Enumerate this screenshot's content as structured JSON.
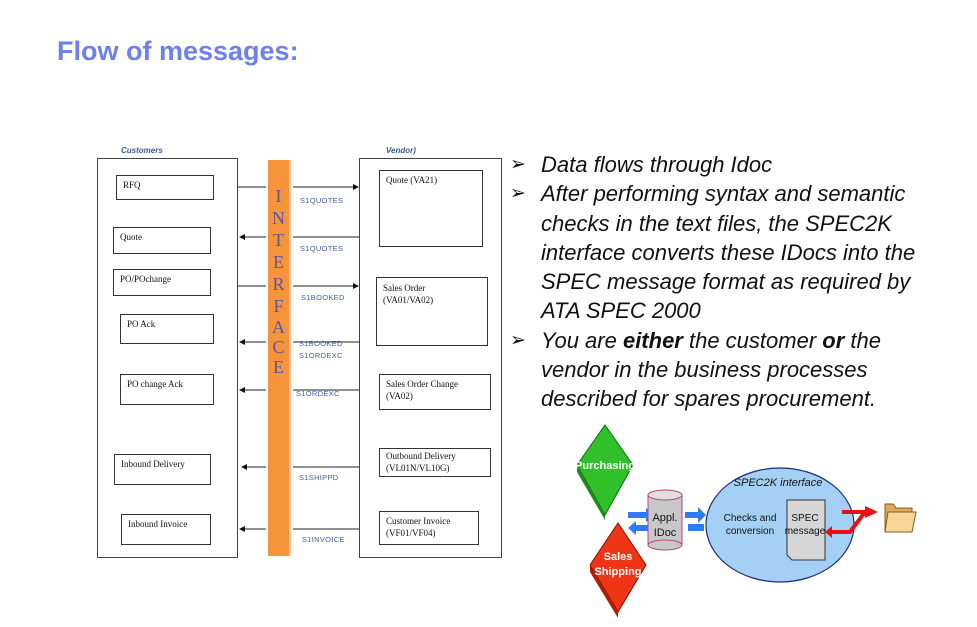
{
  "title": "Flow of messages:",
  "diagram": {
    "customers_label": "Customers",
    "vendor_label": "Vendor)",
    "interface_letters": [
      "I",
      "N",
      "T",
      "E",
      "R",
      "F",
      "A",
      "C",
      "E"
    ],
    "customer_boxes": [
      "RFQ",
      "Quote",
      "PO/POchange",
      "PO Ack",
      "PO change Ack",
      "Inbound Delivery",
      "Inbound Invoice"
    ],
    "vendor_boxes": [
      {
        "line1": "Quote (VA21)",
        "line2": ""
      },
      {
        "line1": "Sales Order",
        "line2": "(VA01/VA02)"
      },
      {
        "line1": "Sales Order Change",
        "line2": "(VA02)"
      },
      {
        "line1": "Outbound Delivery",
        "line2": "(VL01N/VL10G)"
      },
      {
        "line1": "Customer Invoice",
        "line2": "(VF01/VF04)"
      }
    ],
    "messages": [
      "S1QUOTES",
      "S1QUOTES",
      "S1BOOKED",
      "S1BOOKED",
      "S1ORDEXC",
      "S1ORDEXC",
      "S1SHIPPD",
      "S1INVOICE"
    ],
    "interface_color": "#f7933a"
  },
  "bullets": [
    {
      "lines": [
        "Data flows through Idoc"
      ]
    },
    {
      "lines": [
        "After performing syntax and semantic",
        "checks in the text files, the SPEC2K",
        "interface converts these IDocs into the",
        "SPEC message format as required by",
        "ATA SPEC 2000"
      ]
    },
    {
      "pre": "You are ",
      "b1": "either",
      "mid": " the customer ",
      "b2": "or",
      "post": " the",
      "lines": [
        "vendor in the business processes",
        "described for spares procurement."
      ]
    }
  ],
  "spec_graphic": {
    "purchasing": "Purchasing",
    "sales1": "Sales",
    "sales2": "Shipping",
    "appl1": "Appl.",
    "appl2": "IDoc",
    "interface_title": "SPEC2K interface",
    "checks1": "Checks and",
    "checks2": "conversion",
    "spec1": "SPEC",
    "spec2": "message"
  }
}
